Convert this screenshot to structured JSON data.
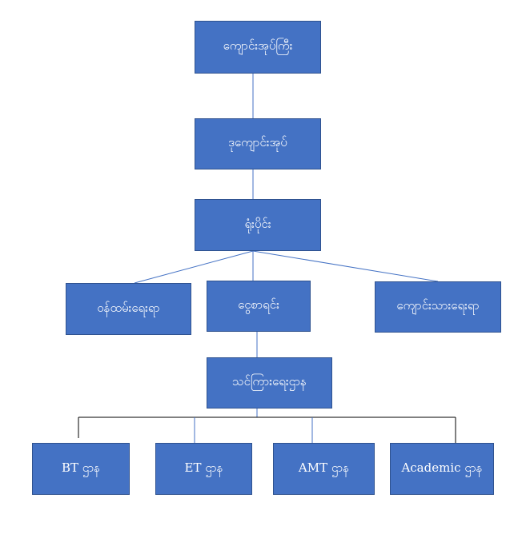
{
  "org_chart": {
    "top": "ကျောင်းအုပ်ကြီး",
    "deputy": "ဒုကျောင်းအုပ်",
    "office": "ရုံးပိုင်း",
    "branches": {
      "left": "ဝန်ထမ်းရေးရာ",
      "middle": "ငွေစာရင်း",
      "right": "ကျောင်းသားရေးရာ"
    },
    "teaching": "သင်ကြားရေးဌာန",
    "departments": [
      "BT ဌာန",
      "ET ဌာန",
      "AMT ဌာန",
      "Academic ဌာန"
    ]
  },
  "colors": {
    "box_fill": "#4472c4",
    "box_border": "#2f528f",
    "connector_blue": "#4472c4",
    "connector_black": "#000000"
  }
}
